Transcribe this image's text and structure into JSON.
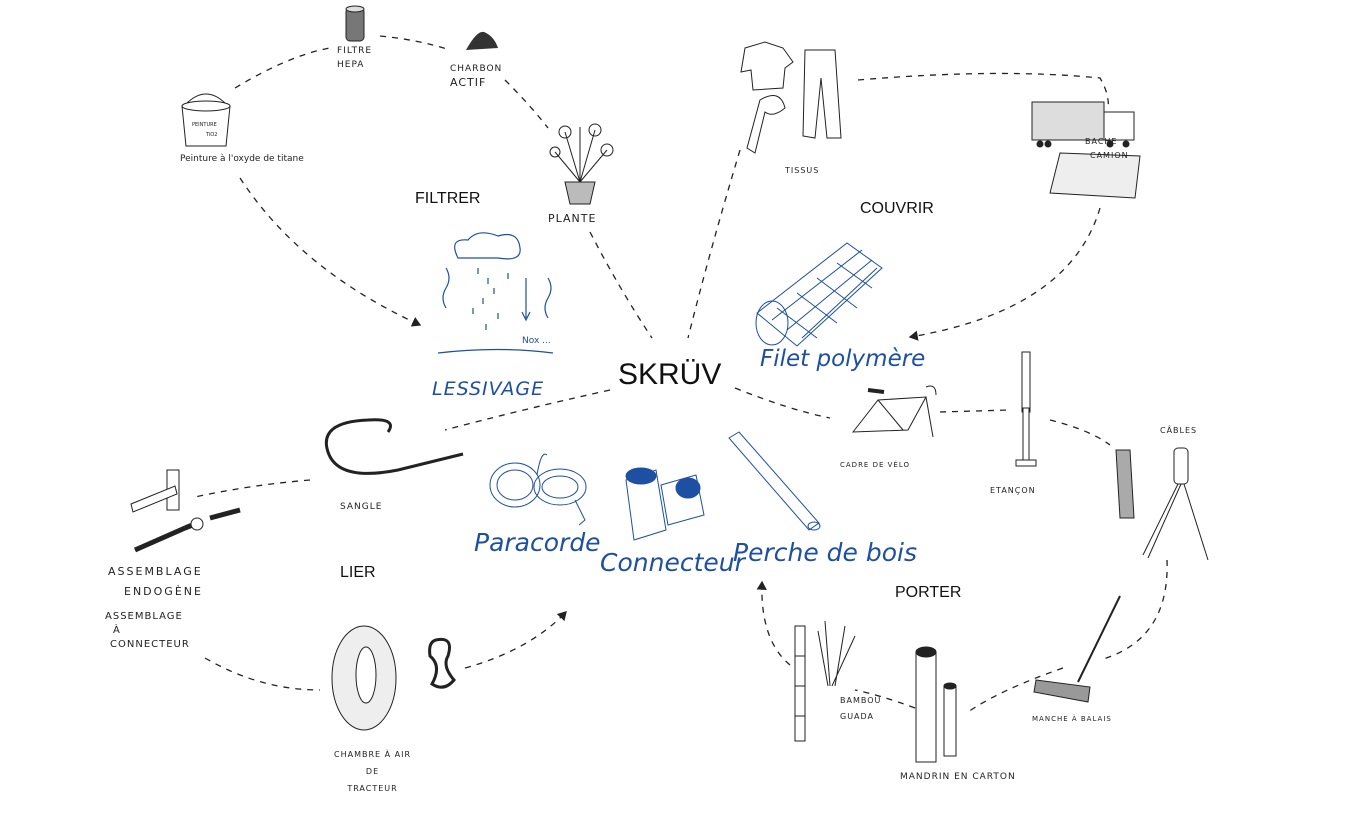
{
  "center": "SKRÜV",
  "categories": {
    "filtrer": "FILTRER",
    "couvrir": "COUVRIR",
    "lier": "LIER",
    "porter": "PORTER"
  },
  "highlights": {
    "lessivage": "LESSIVAGE",
    "lessivage_note": "Nox ...",
    "filet": "Filet polymère",
    "paracorde": "Paracorde",
    "connecteur": "Connecteur",
    "perche": "Perche de bois"
  },
  "items": {
    "filtre_hepa": [
      "FILTRE",
      "HEPA"
    ],
    "charbon": [
      "CHARBON",
      "ACTIF"
    ],
    "peinture": "Peinture à l'oxyde de titane",
    "peinture_can": [
      "PEINTURE",
      "TiO2"
    ],
    "plante": "PLANTE",
    "tissus": "TISSUS",
    "bache": [
      "BACHE",
      "CAMION"
    ],
    "cadre": "CADRE DE VÉLO",
    "etancon": "ETANÇON",
    "cables": "CÂBLES",
    "manche": "MANCHE À BALAIS",
    "mandrin": "MANDRIN EN CARTON",
    "bambou": [
      "BAMBOU",
      "GUADA"
    ],
    "sangle": "SANGLE",
    "assemblage_endogene": [
      "ASSEMBLAGE",
      "ENDOGÈNE"
    ],
    "assemblage_connecteur": [
      "ASSEMBLAGE",
      "À",
      "CONNECTEUR"
    ],
    "chambre": [
      "CHAMBRE À AIR",
      "DE",
      "TRACTEUR"
    ]
  },
  "colors": {
    "accent": "#1d4fa3",
    "ink": "#222222"
  }
}
